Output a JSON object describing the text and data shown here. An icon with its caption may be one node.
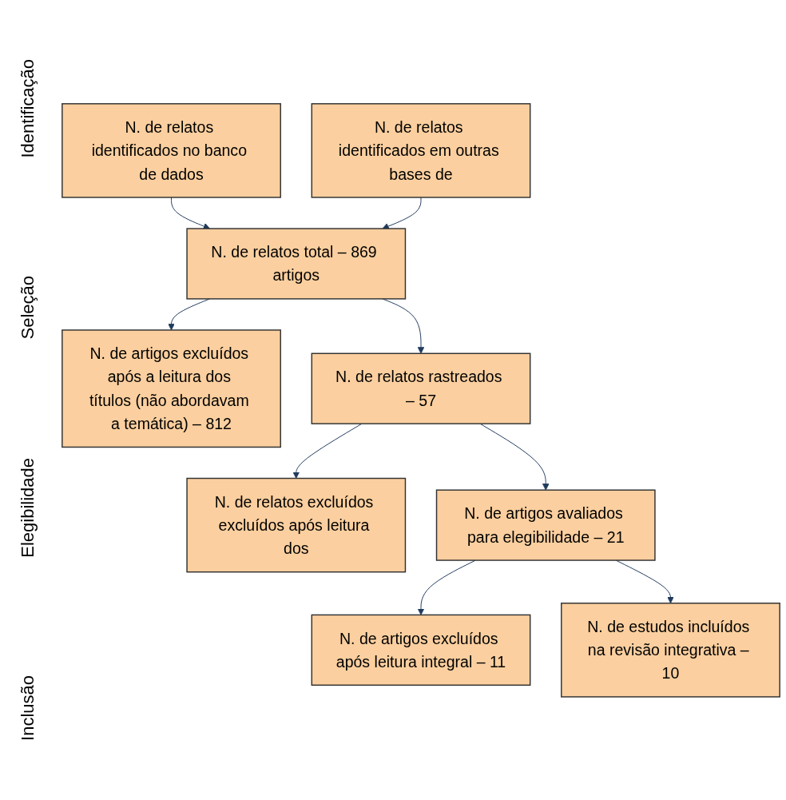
{
  "diagram": {
    "nodes": [
      {
        "text": [
          "N. de relatos identificados no banco de dados"
        ]
      },
      {
        "text": [
          "N. de relatos identificados em outras bases de"
        ]
      },
      {
        "text": [
          "N. de relatos total – 869 artigos"
        ]
      },
      {
        "text": [
          "N. de artigos excluídos após a leitura dos títulos (não abordavam a temática) – 812"
        ]
      },
      {
        "text": [
          "N. de relatos rastreados – 57"
        ]
      },
      {
        "text": [
          "N. de relatos excluídos excluídos após leitura dos"
        ]
      },
      {
        "text": [
          "N. de artigos avaliados para elegibilidade – 21"
        ]
      },
      {
        "text": [
          "N. de artigos excluídos após leitura integral – 11"
        ]
      },
      {
        "text": [
          "N. de estudos incluídos na revisão integrativa – 10"
        ]
      }
    ],
    "edges": [
      {
        "from": 0,
        "to": 2,
        "arrow": "to"
      },
      {
        "from": 1,
        "to": 2,
        "arrow": "to"
      },
      {
        "from": 2,
        "to": 3,
        "arrow": "to"
      },
      {
        "from": 2,
        "to": 4,
        "arrow": "to"
      },
      {
        "from": 4,
        "to": 5,
        "arrow": "to"
      },
      {
        "from": 4,
        "to": 6,
        "arrow": "to"
      },
      {
        "from": 6,
        "to": 7,
        "arrow": "to"
      },
      {
        "from": 6,
        "to": 8,
        "arrow": "to"
      }
    ],
    "labels": [
      "Identificação",
      "Seleção",
      "Elegibilidade",
      "Inclusão"
    ]
  }
}
